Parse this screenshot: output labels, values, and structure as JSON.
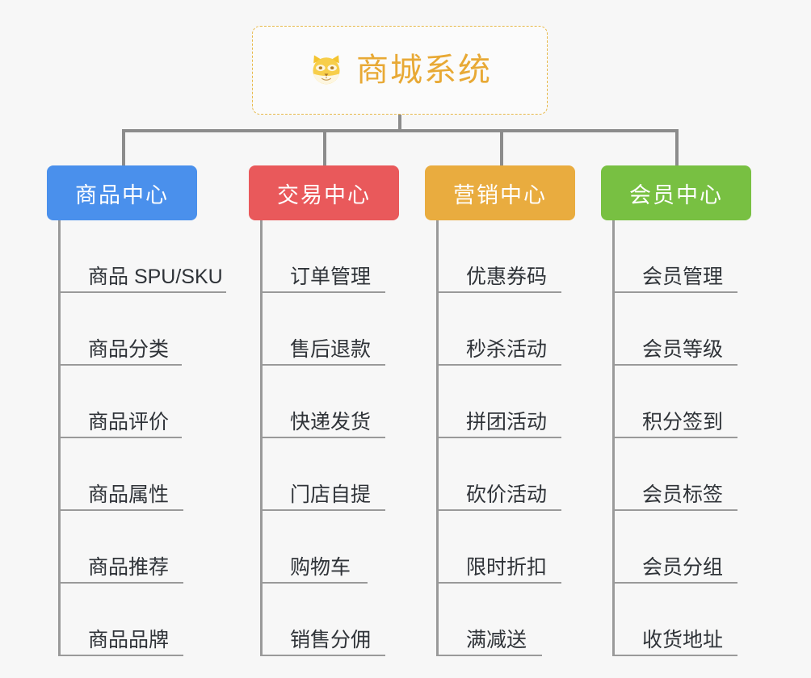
{
  "root": {
    "title": "商城系统",
    "icon": "dog-face-icon",
    "border_color": "#e8b94a",
    "text_color": "#e8a935"
  },
  "page": {
    "background": "#f7f7f7",
    "connector_color": "#8c8c8c"
  },
  "columns": [
    {
      "title": "商品中心",
      "color": "#4a90ec",
      "width": 186,
      "items": [
        {
          "label": "商品 SPU/SKU",
          "underline_width": 205
        },
        {
          "label": "商品分类",
          "underline_width": 150
        },
        {
          "label": "商品评价",
          "underline_width": 150
        },
        {
          "label": "商品属性",
          "underline_width": 152
        },
        {
          "label": "商品推荐",
          "underline_width": 152
        },
        {
          "label": "商品品牌",
          "underline_width": 152
        }
      ]
    },
    {
      "title": "交易中心",
      "color": "#e9595b",
      "width": 186,
      "items": [
        {
          "label": "订单管理",
          "underline_width": 152
        },
        {
          "label": "售后退款",
          "underline_width": 152
        },
        {
          "label": "快递发货",
          "underline_width": 152
        },
        {
          "label": "门店自提",
          "underline_width": 152
        },
        {
          "label": "购物车",
          "underline_width": 130
        },
        {
          "label": "销售分佣",
          "underline_width": 152
        }
      ]
    },
    {
      "title": "营销中心",
      "color": "#e9ac3f",
      "width": 186,
      "items": [
        {
          "label": "优惠券码",
          "underline_width": 152
        },
        {
          "label": "秒杀活动",
          "underline_width": 152
        },
        {
          "label": "拼团活动",
          "underline_width": 152
        },
        {
          "label": "砍价活动",
          "underline_width": 152
        },
        {
          "label": "限时折扣",
          "underline_width": 152
        },
        {
          "label": "满减送",
          "underline_width": 128
        }
      ]
    },
    {
      "title": "会员中心",
      "color": "#78c042",
      "width": 186,
      "items": [
        {
          "label": "会员管理",
          "underline_width": 152
        },
        {
          "label": "会员等级",
          "underline_width": 152
        },
        {
          "label": "积分签到",
          "underline_width": 152
        },
        {
          "label": "会员标签",
          "underline_width": 152
        },
        {
          "label": "会员分组",
          "underline_width": 152
        },
        {
          "label": "收货地址",
          "underline_width": 152
        }
      ]
    }
  ]
}
